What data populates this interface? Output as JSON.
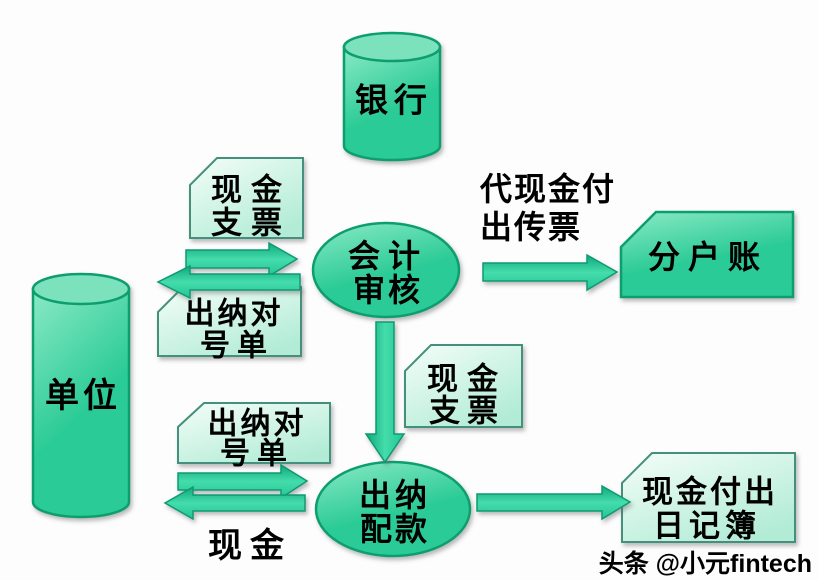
{
  "colors": {
    "background": "#fdfdfe",
    "shape_fill": "#2bcb96",
    "shape_light": "#8ae9c6",
    "shape_border": "#0e9e6f",
    "cylinder_top": "#7ce2bd",
    "card_fill": "#b2ecd6",
    "card_light": "#f4fdf9",
    "card_border": "#44907b",
    "arrow_fill": "#22c696",
    "arrow_light": "#45dcab",
    "arrow_dark": "#0fa87c",
    "arrow_border": "#0d9a72",
    "text": "#000000",
    "watermark_color": "#8f8f8f"
  },
  "nodes": {
    "bank": {
      "label": "银行"
    },
    "unit": {
      "label": "单位"
    },
    "accounting_review": {
      "line1": "会计",
      "line2": "审核"
    },
    "cashier_allocation": {
      "line1": "出纳",
      "line2": "配款"
    },
    "subsidiary_ledger": {
      "label": "分户账"
    },
    "cash_payment_journal": {
      "line1": "现金付出",
      "line2": "日记簿"
    }
  },
  "documents": {
    "cash_cheque_top": {
      "line1": "现金",
      "line2": "支票"
    },
    "cashier_slip_top": {
      "line1": "出纳对",
      "line2": "号单"
    },
    "cash_cheque_mid": {
      "line1": "现金",
      "line2": "支票"
    },
    "cashier_slip_bottom": {
      "line1": "出纳对",
      "line2": "号单"
    }
  },
  "annotations": {
    "voucher_line1": "代现金付",
    "voucher_line2": "出传票",
    "cash": "现金"
  },
  "watermark": "头条 @小元fintech"
}
